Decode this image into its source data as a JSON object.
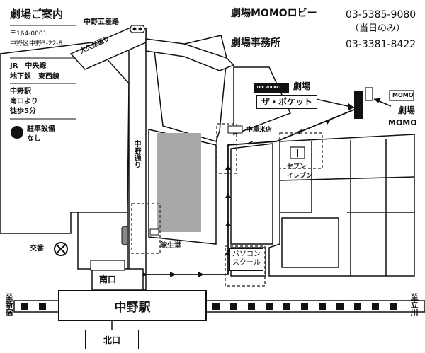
{
  "info": {
    "title": "劇場ご案内",
    "address_lines": [
      "〒164-0001",
      "中野区中野3-22-8"
    ],
    "lines": [
      "JR　中央線",
      "地下鉄　東西線"
    ],
    "directions": [
      "中野駅",
      "南口より",
      "徒歩5分"
    ],
    "parking_lines": [
      "駐車設備",
      "なし"
    ]
  },
  "contacts": [
    {
      "name": "劇場MOMOロビー",
      "phone": "03-5385-9080",
      "note": "（当日のみ）"
    },
    {
      "name": "劇場事務所",
      "phone": "03-3381-8422"
    }
  ],
  "map": {
    "gogasaki": "中野五差路",
    "okubo": "大久保通り",
    "nakano_dori": "中野通り",
    "nakaya": "中屋米店",
    "seven": [
      "セブン",
      "イレブン"
    ],
    "nouseido": "能生堂",
    "pasokon": [
      "パソコン",
      "スクール"
    ],
    "police": "交番",
    "minamiguchi": "南口",
    "station": "中野駅",
    "kitaguchi": "北口",
    "to_shinjuku": "至新宿",
    "to_tachikawa": "至立川",
    "pocket_sign": "THE POCKET",
    "pocket_label": [
      "劇場",
      "ザ・ポケット"
    ],
    "momo_sign": "MOMO",
    "momo_label": [
      "劇場",
      "MOMO"
    ]
  },
  "colors": {
    "line": "#111111",
    "building": "#a8a8a8",
    "road": "#ffffff",
    "block": "#ffffff"
  }
}
